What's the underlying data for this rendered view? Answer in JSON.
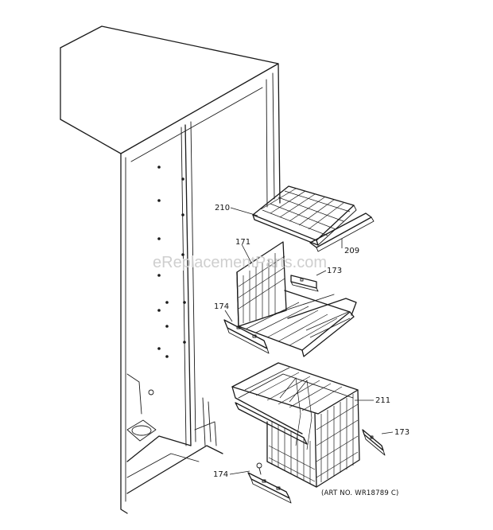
{
  "labels": {
    "p210": "210",
    "p209": "209",
    "p171": "171",
    "p173a": "173",
    "p174a": "174",
    "p211": "211",
    "p173b": "173",
    "p174b": "174"
  },
  "art_no": "(ART NO. WR18789 C)",
  "watermark": "eReplacementParts.com"
}
